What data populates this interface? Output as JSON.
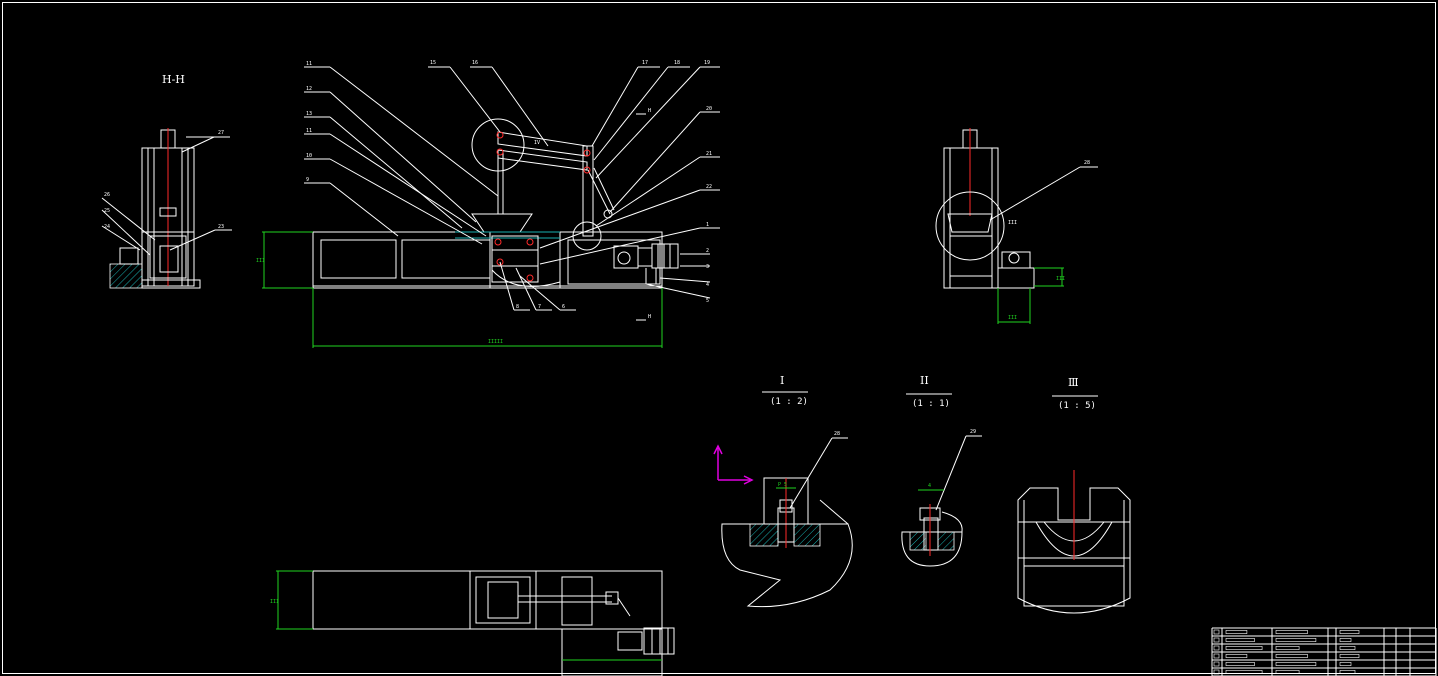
{
  "drawing": {
    "background": "#000000",
    "line_color": "#ffffff",
    "dimension_color": "#1fd31f",
    "center_line_color": "#ff2a2a",
    "axis_color": "#e000e0",
    "balloons_main_top": [
      "11",
      "12",
      "13",
      "11",
      "10",
      "9"
    ],
    "balloons_main_top_center": [
      "15",
      "16",
      "17",
      "18",
      "19"
    ],
    "balloons_main_right": [
      "20",
      "21",
      "22",
      "1",
      "2",
      "3",
      "4",
      "5"
    ],
    "balloons_main_bottom": [
      "8",
      "7",
      "6"
    ],
    "balloons_left_view": [
      "27",
      "26",
      "25",
      "24",
      "23"
    ],
    "balloons_right_view": [
      "28"
    ],
    "balloon_detail_i": "28",
    "balloon_detail_ii": "29",
    "section_label_left": "H-H",
    "section_label_main_top": "H",
    "section_label_main_bottom": "H",
    "detail_label_main": "IV",
    "detail_label_right": "III",
    "detail_views": [
      {
        "label": "I",
        "scale": "(1 : 2)"
      },
      {
        "label": "II",
        "scale": "(1 : 1)"
      },
      {
        "label": "Ⅲ",
        "scale": "(1 : 5)"
      }
    ],
    "dimensions": {
      "main_height": "III",
      "main_length": "IIIII",
      "right_width": "III",
      "right_height": "III",
      "top_view_height": "III",
      "detail_i_width": "P 5",
      "detail_ii_width": "4"
    }
  }
}
